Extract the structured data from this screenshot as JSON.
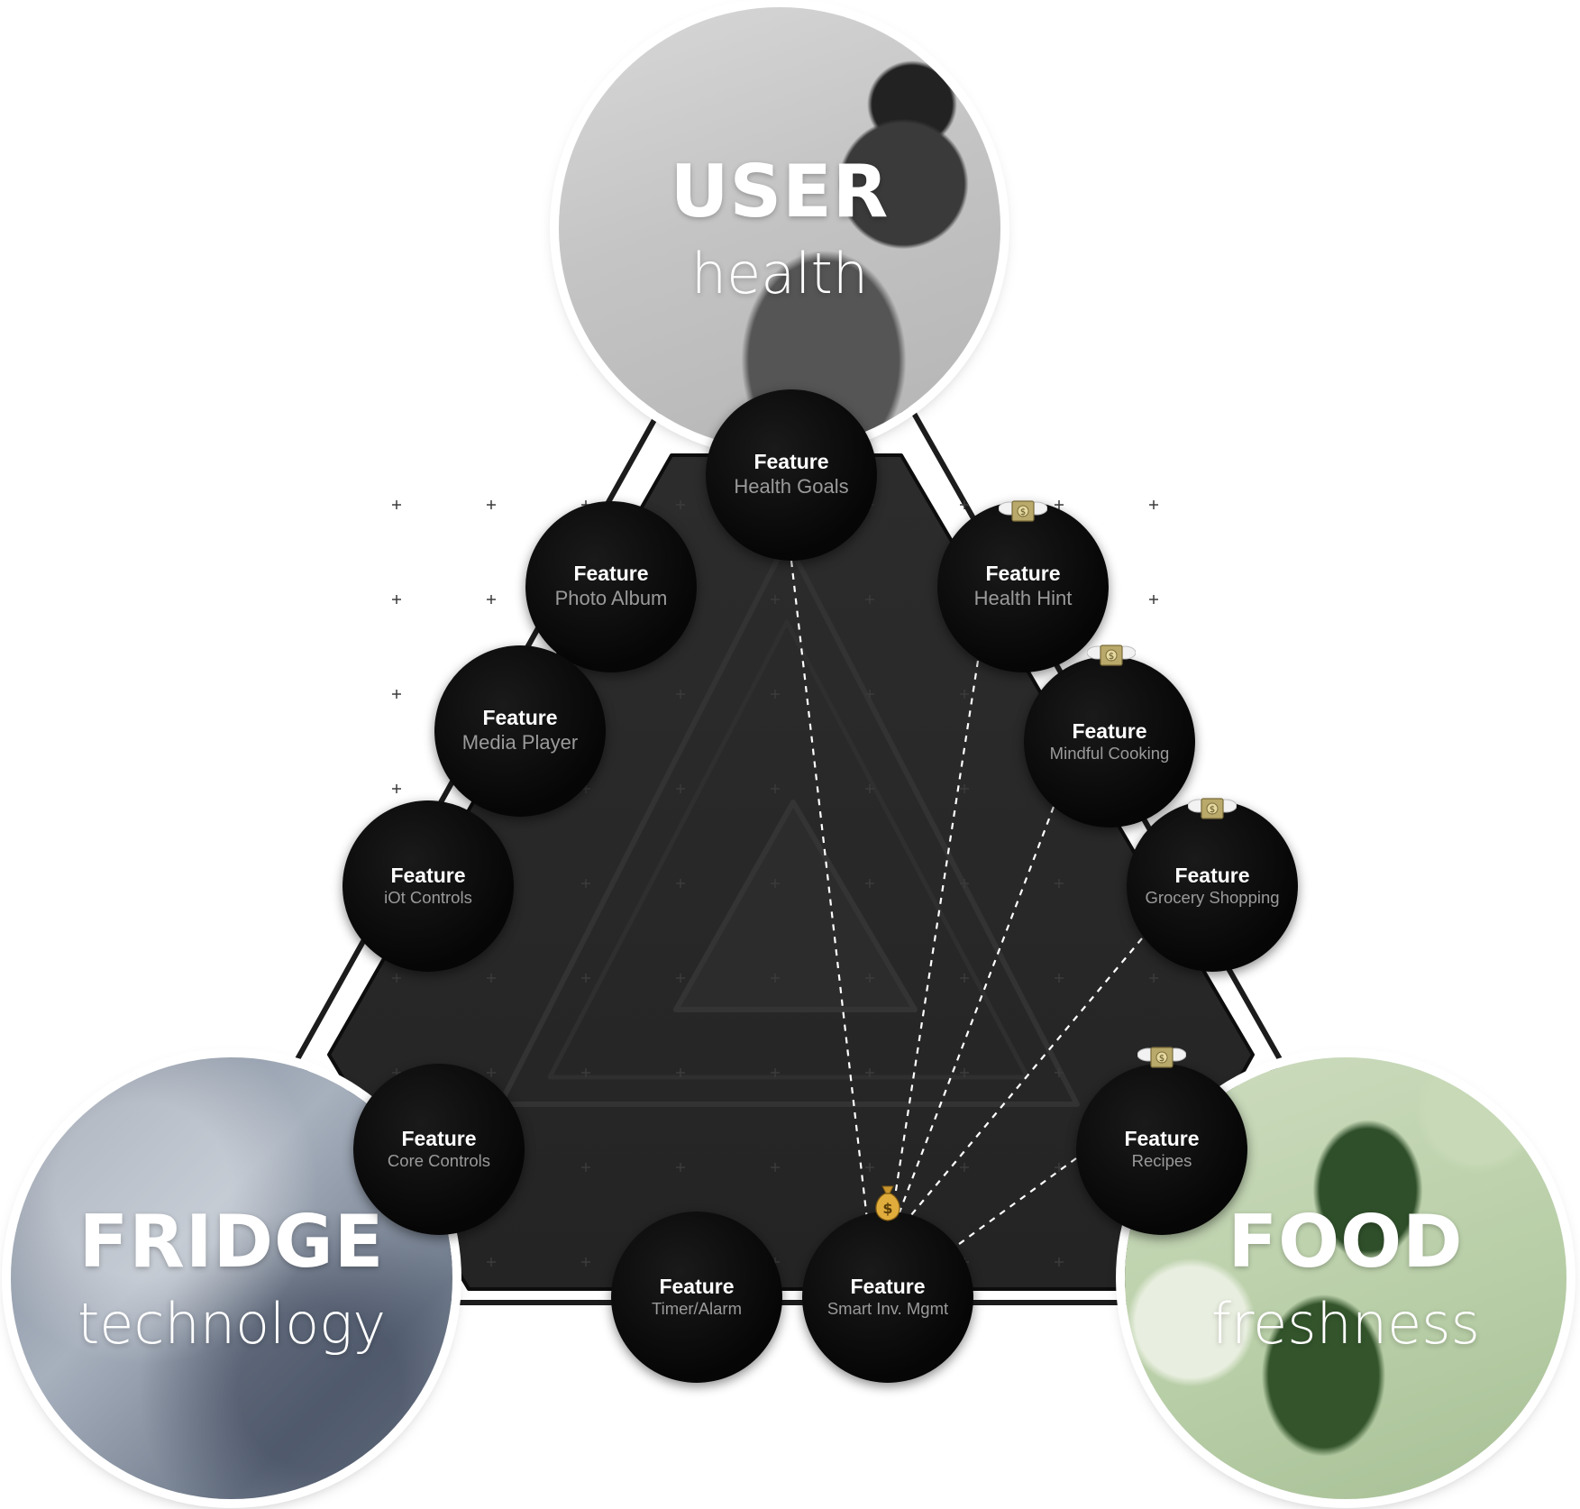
{
  "hubs": {
    "user": {
      "title": "USER",
      "subtitle": "health"
    },
    "fridge": {
      "title": "FRIDGE",
      "subtitle": "technology"
    },
    "food": {
      "title": "FOOD",
      "subtitle": "freshness"
    }
  },
  "features": [
    {
      "id": "health-goals",
      "title": "Feature",
      "subtitle": "Health Goals",
      "monetized": false
    },
    {
      "id": "photo-album",
      "title": "Feature",
      "subtitle": "Photo Album",
      "monetized": false
    },
    {
      "id": "media-player",
      "title": "Feature",
      "subtitle": "Media Player",
      "monetized": false
    },
    {
      "id": "iot-controls",
      "title": "Feature",
      "subtitle": "iOt Controls",
      "monetized": false
    },
    {
      "id": "core-controls",
      "title": "Feature",
      "subtitle": "Core Controls",
      "monetized": false
    },
    {
      "id": "timer-alarm",
      "title": "Feature",
      "subtitle": "Timer/Alarm",
      "monetized": false
    },
    {
      "id": "smart-inv-mgmt",
      "title": "Feature",
      "subtitle": "Smart Inv. Mgmt",
      "monetized": true
    },
    {
      "id": "recipes",
      "title": "Feature",
      "subtitle": "Recipes",
      "monetized": true
    },
    {
      "id": "grocery-shopping",
      "title": "Feature",
      "subtitle": "Grocery Shopping",
      "monetized": true
    },
    {
      "id": "mindful-cooking",
      "title": "Feature",
      "subtitle": "Mindful Cooking",
      "monetized": true
    },
    {
      "id": "health-hint",
      "title": "Feature",
      "subtitle": "Health Hint",
      "monetized": true
    }
  ],
  "connections_from": "smart-inv-mgmt",
  "connections_to": [
    "health-goals",
    "health-hint",
    "mindful-cooking",
    "grocery-shopping",
    "recipes"
  ],
  "icons": {
    "money_with_wings": "money-with-wings-icon",
    "money_bag": "money-bag-icon"
  },
  "colors": {
    "triangle_fill": "#2a2a2a",
    "feature_fill": "#0a0a0a",
    "feature_title": "#ffffff",
    "feature_subtitle": "#9a9a9a"
  }
}
